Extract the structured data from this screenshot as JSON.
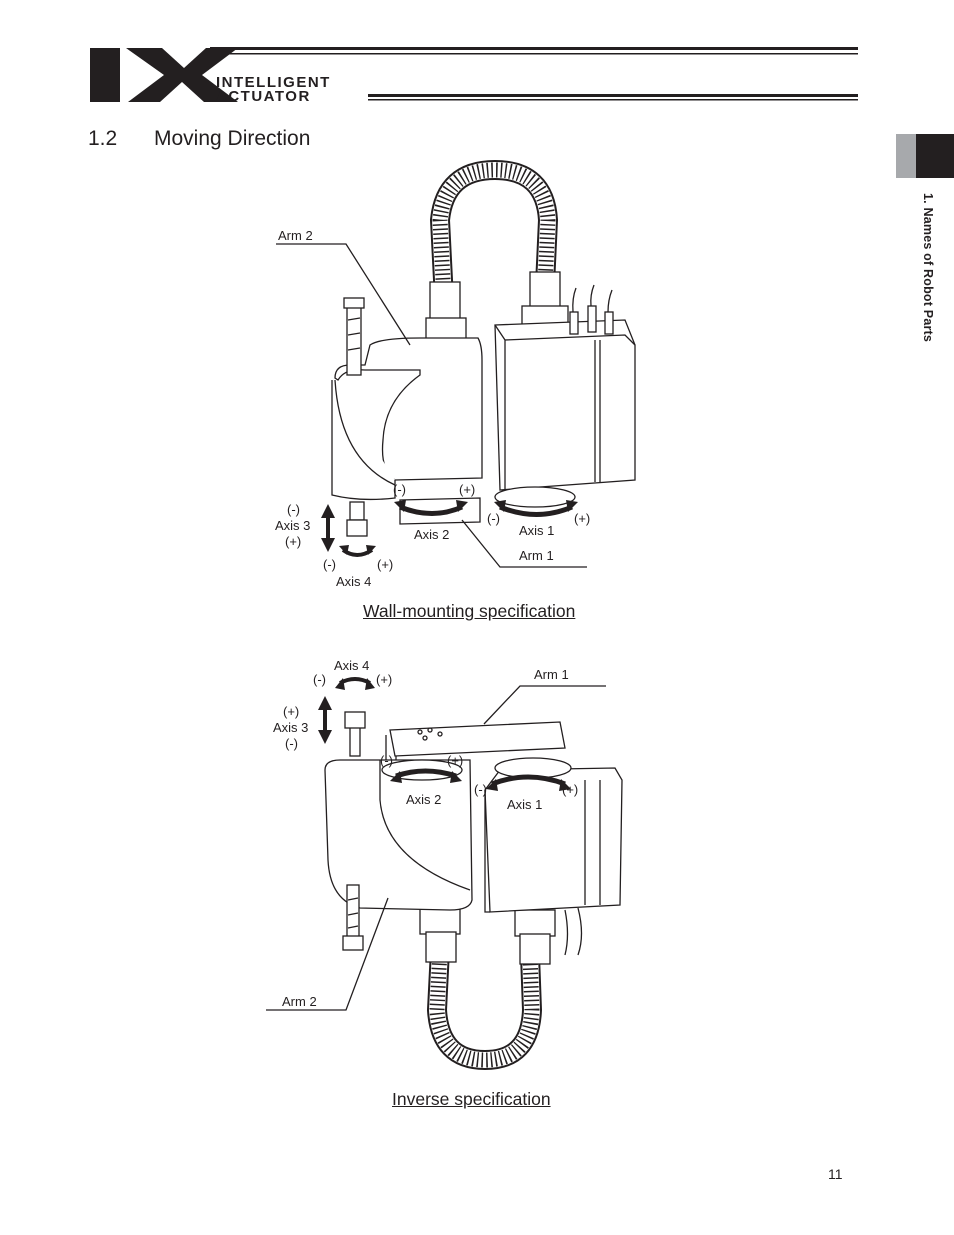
{
  "header": {
    "logo_mark": "IX",
    "logo_line1": "INTELLIGENT",
    "logo_line2": "ACTUATOR"
  },
  "section": {
    "number": "1.2",
    "title": "Moving Direction"
  },
  "side_tab": {
    "label": "1. Names of Robot Parts"
  },
  "figure_wall": {
    "arm2": "Arm 2",
    "axis1": "Axis 1",
    "axis2": "Axis 2",
    "axis3": "Axis 3",
    "axis4": "Axis 4",
    "arm1": "Arm 1",
    "minus": "(-)",
    "plus": "(+)",
    "caption": "Wall-mounting specification"
  },
  "figure_inverse": {
    "axis4": "Axis 4",
    "axis3": "Axis 3",
    "axis2": "Axis 2",
    "axis1": "Axis 1",
    "arm1": "Arm 1",
    "arm2": "Arm 2",
    "minus": "(-)",
    "plus": "(+)",
    "caption": "Inverse specification"
  },
  "footer": {
    "page_number": "11"
  }
}
